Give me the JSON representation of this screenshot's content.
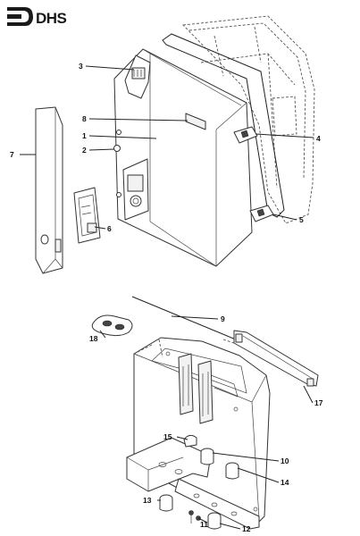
{
  "logo": {
    "text": "DHS"
  },
  "labels": [
    {
      "id": "1",
      "text": "1"
    },
    {
      "id": "2",
      "text": "2"
    },
    {
      "id": "3",
      "text": "3"
    },
    {
      "id": "4",
      "text": "4"
    },
    {
      "id": "5",
      "text": "5"
    },
    {
      "id": "6",
      "text": "6"
    },
    {
      "id": "7",
      "text": "7"
    },
    {
      "id": "8",
      "text": "8"
    },
    {
      "id": "9",
      "text": "9"
    },
    {
      "id": "10",
      "text": "10"
    },
    {
      "id": "11",
      "text": "11"
    },
    {
      "id": "12",
      "text": "12"
    },
    {
      "id": "13",
      "text": "13"
    },
    {
      "id": "14",
      "text": "14"
    },
    {
      "id": "15",
      "text": "15"
    },
    {
      "id": "17",
      "text": "17"
    },
    {
      "id": "18",
      "text": "18"
    }
  ]
}
